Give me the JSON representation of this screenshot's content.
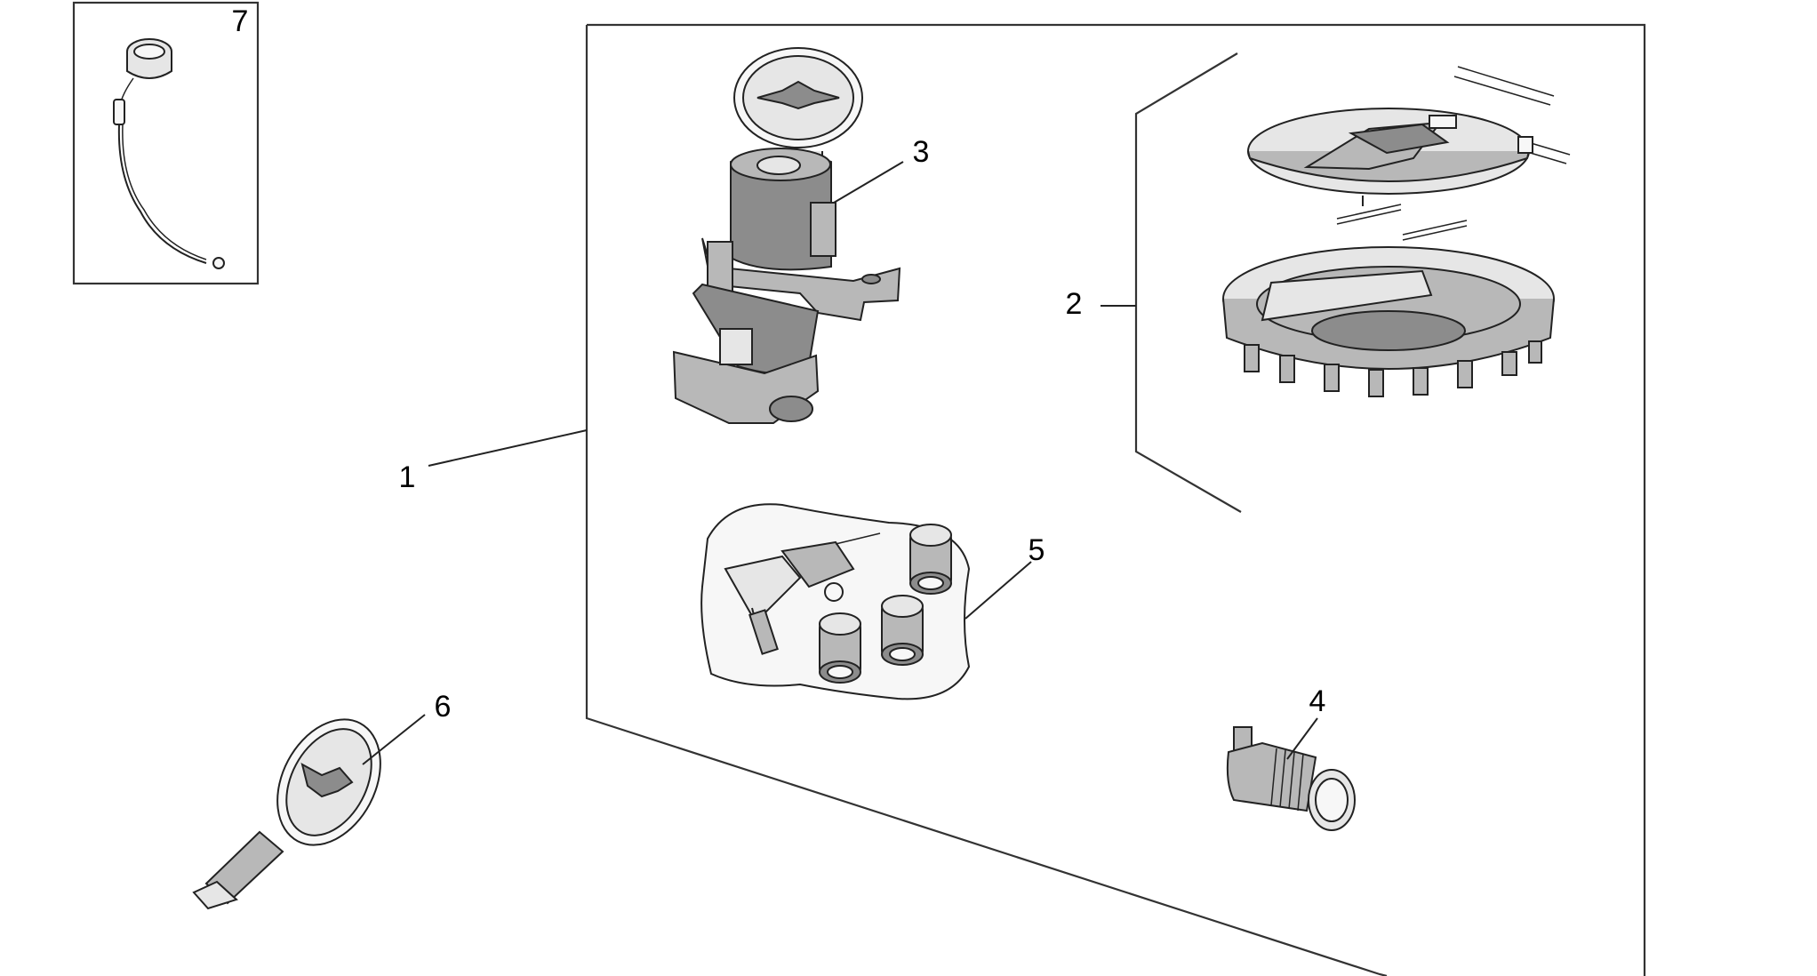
{
  "callouts": {
    "c1": "1",
    "c2": "2",
    "c3": "3",
    "c4": "4",
    "c5": "5",
    "c6": "6",
    "c7": "7"
  },
  "colors": {
    "background": "#ffffff",
    "line": "#222222",
    "part_dark": "#8c8c8c",
    "part_mid": "#b8b8b8",
    "part_light": "#e6e6e6"
  }
}
